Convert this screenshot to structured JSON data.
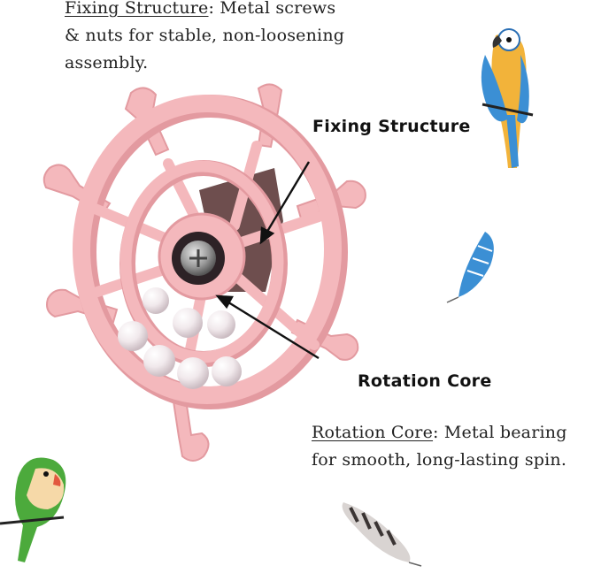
{
  "fixing": {
    "term": "Fixing Structure",
    "description": ": Metal screws & nuts for stable, non-loosening assembly.",
    "callout": "Fixing Structure"
  },
  "rotation": {
    "term": "Rotation Core",
    "description": ": Metal bearing for smooth, long-lasting spin.",
    "callout": "Rotation Core"
  },
  "colors": {
    "wheel_pink": "#f4b8bc",
    "wheel_shadow": "#e39aa0",
    "pearl": "#f3eef0",
    "macaw_yellow": "#f2b33a",
    "macaw_blue": "#3b8fd4",
    "lovebird_green": "#4caa3c"
  }
}
